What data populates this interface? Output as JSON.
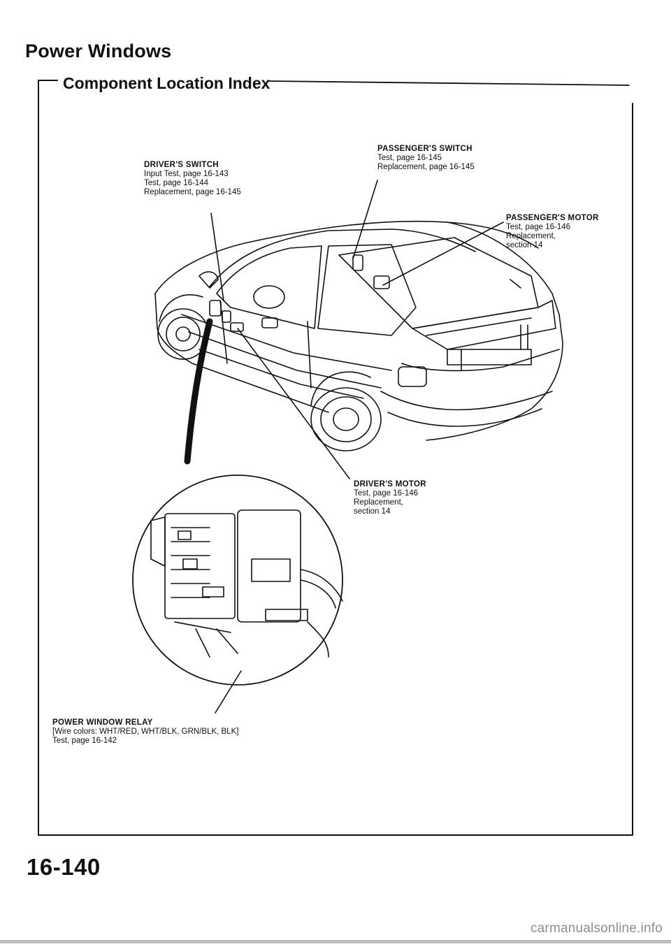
{
  "header": {
    "title": "Power Windows",
    "subtitle": "Component Location Index"
  },
  "callouts": [
    {
      "id": "drivers-switch",
      "label": "DRIVER'S SWITCH",
      "lines": [
        "Input Test, page 16-143",
        "Test, page 16-144",
        "Replacement, page 16-145"
      ]
    },
    {
      "id": "passengers-switch",
      "label": "PASSENGER'S SWITCH",
      "lines": [
        "Test, page 16-145",
        "Replacement, page 16-145"
      ]
    },
    {
      "id": "passengers-motor",
      "label": "PASSENGER'S MOTOR",
      "lines": [
        "Test, page 16-146",
        "Replacement,",
        "section 14"
      ]
    },
    {
      "id": "drivers-motor",
      "label": "DRIVER'S MOTOR",
      "lines": [
        "Test, page 16-146",
        "Replacement,",
        "section 14"
      ]
    },
    {
      "id": "power-window-relay",
      "label": "POWER WINDOW RELAY",
      "lines": [
        "[Wire colors: WHT/RED, WHT/BLK, GRN/BLK, BLK]",
        "Test, page 16-142"
      ]
    }
  ],
  "footer": {
    "page_number": "16-140",
    "watermark": "carmanualsonline.info"
  }
}
